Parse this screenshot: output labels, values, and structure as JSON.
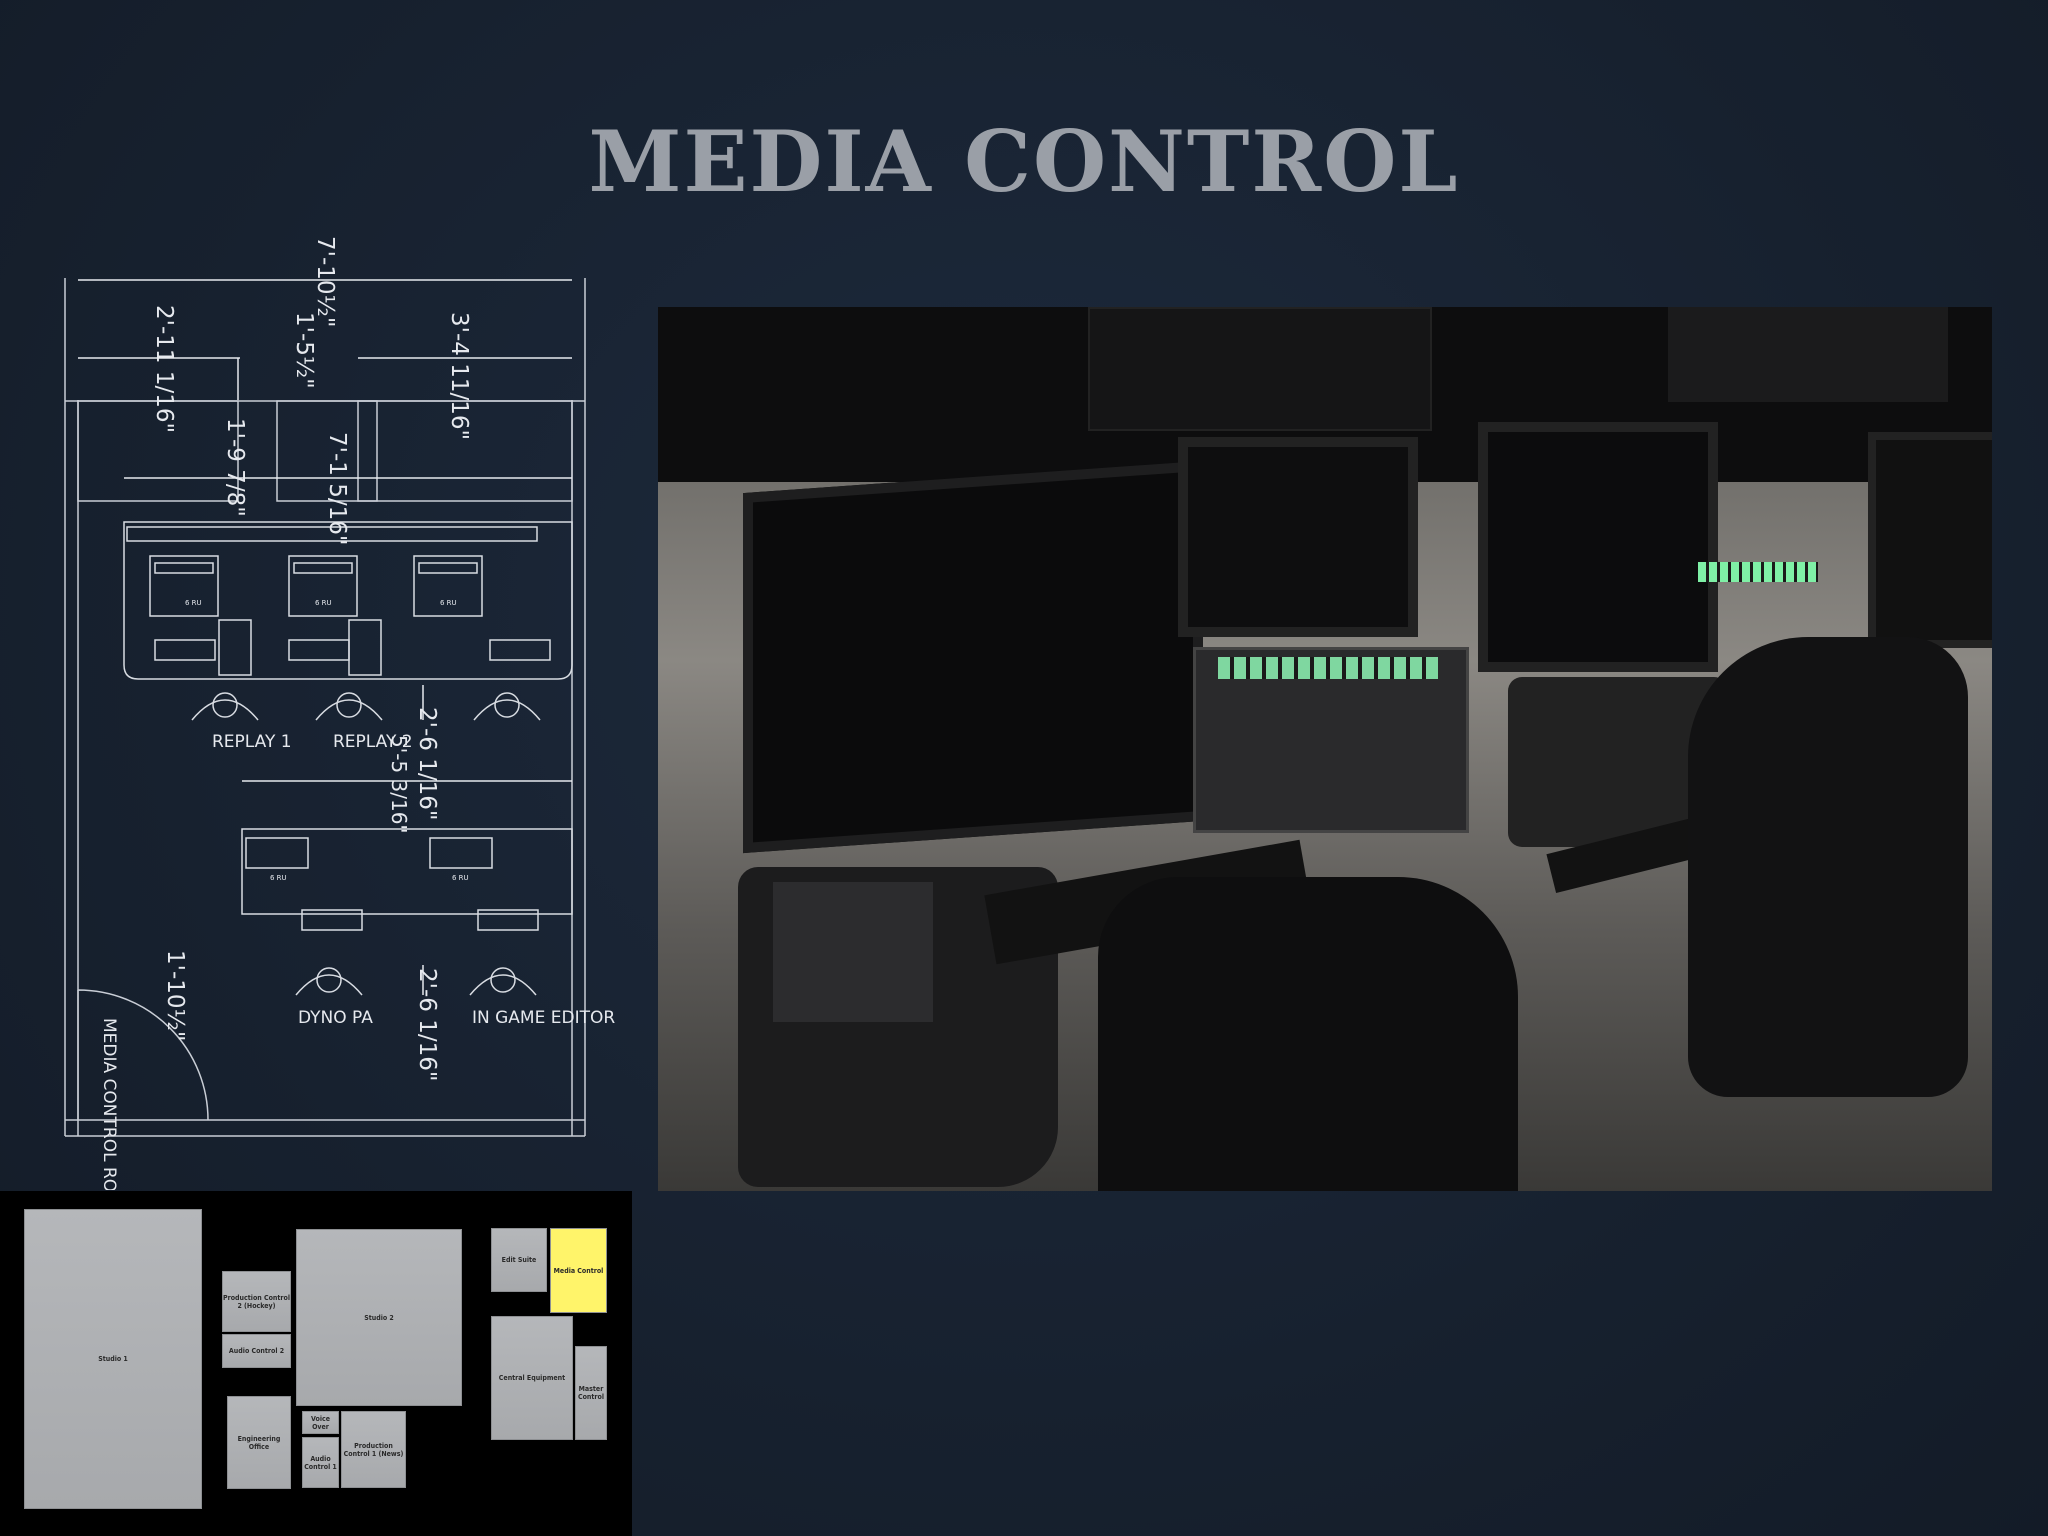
{
  "title": "MEDIA CONTROL",
  "floor_plan": {
    "dimensions": {
      "overall_width": "7'-10½\"",
      "left_span": "2'-11 1/16\"",
      "center_span": "1'-5½\"",
      "right_span": "3'-4 11/16\"",
      "column_depth": "1'-9 7/8\"",
      "desk_width": "7'-1 5/16\"",
      "aisle_1": "2'-6 1/16\"",
      "second_desk_width": "5'-5 3/16\"",
      "aisle_2": "2'-6 1/16\"",
      "door_width": "1'-10½\""
    },
    "rack_label": "6 RU",
    "stations": [
      "REPLAY 1",
      "REPLAY 2",
      "DYNO PA",
      "IN GAME EDITOR"
    ],
    "room_label": "MEDIA CONTROL ROOM"
  },
  "photo": {
    "description_hidden": ""
  },
  "minimap": {
    "rooms": [
      {
        "name": "Studio 1"
      },
      {
        "name": "Production Control 2 (Hockey)"
      },
      {
        "name": "Audio Control 2"
      },
      {
        "name": "Studio 2"
      },
      {
        "name": "Engineering Office"
      },
      {
        "name": "Voice Over"
      },
      {
        "name": "Audio Control 1"
      },
      {
        "name": "Production Control 1 (News)"
      },
      {
        "name": "Edit Suite"
      },
      {
        "name": "Media Control"
      },
      {
        "name": "Central Equipment"
      },
      {
        "name": "Master Control"
      }
    ],
    "highlight_color": "#fff46a"
  }
}
